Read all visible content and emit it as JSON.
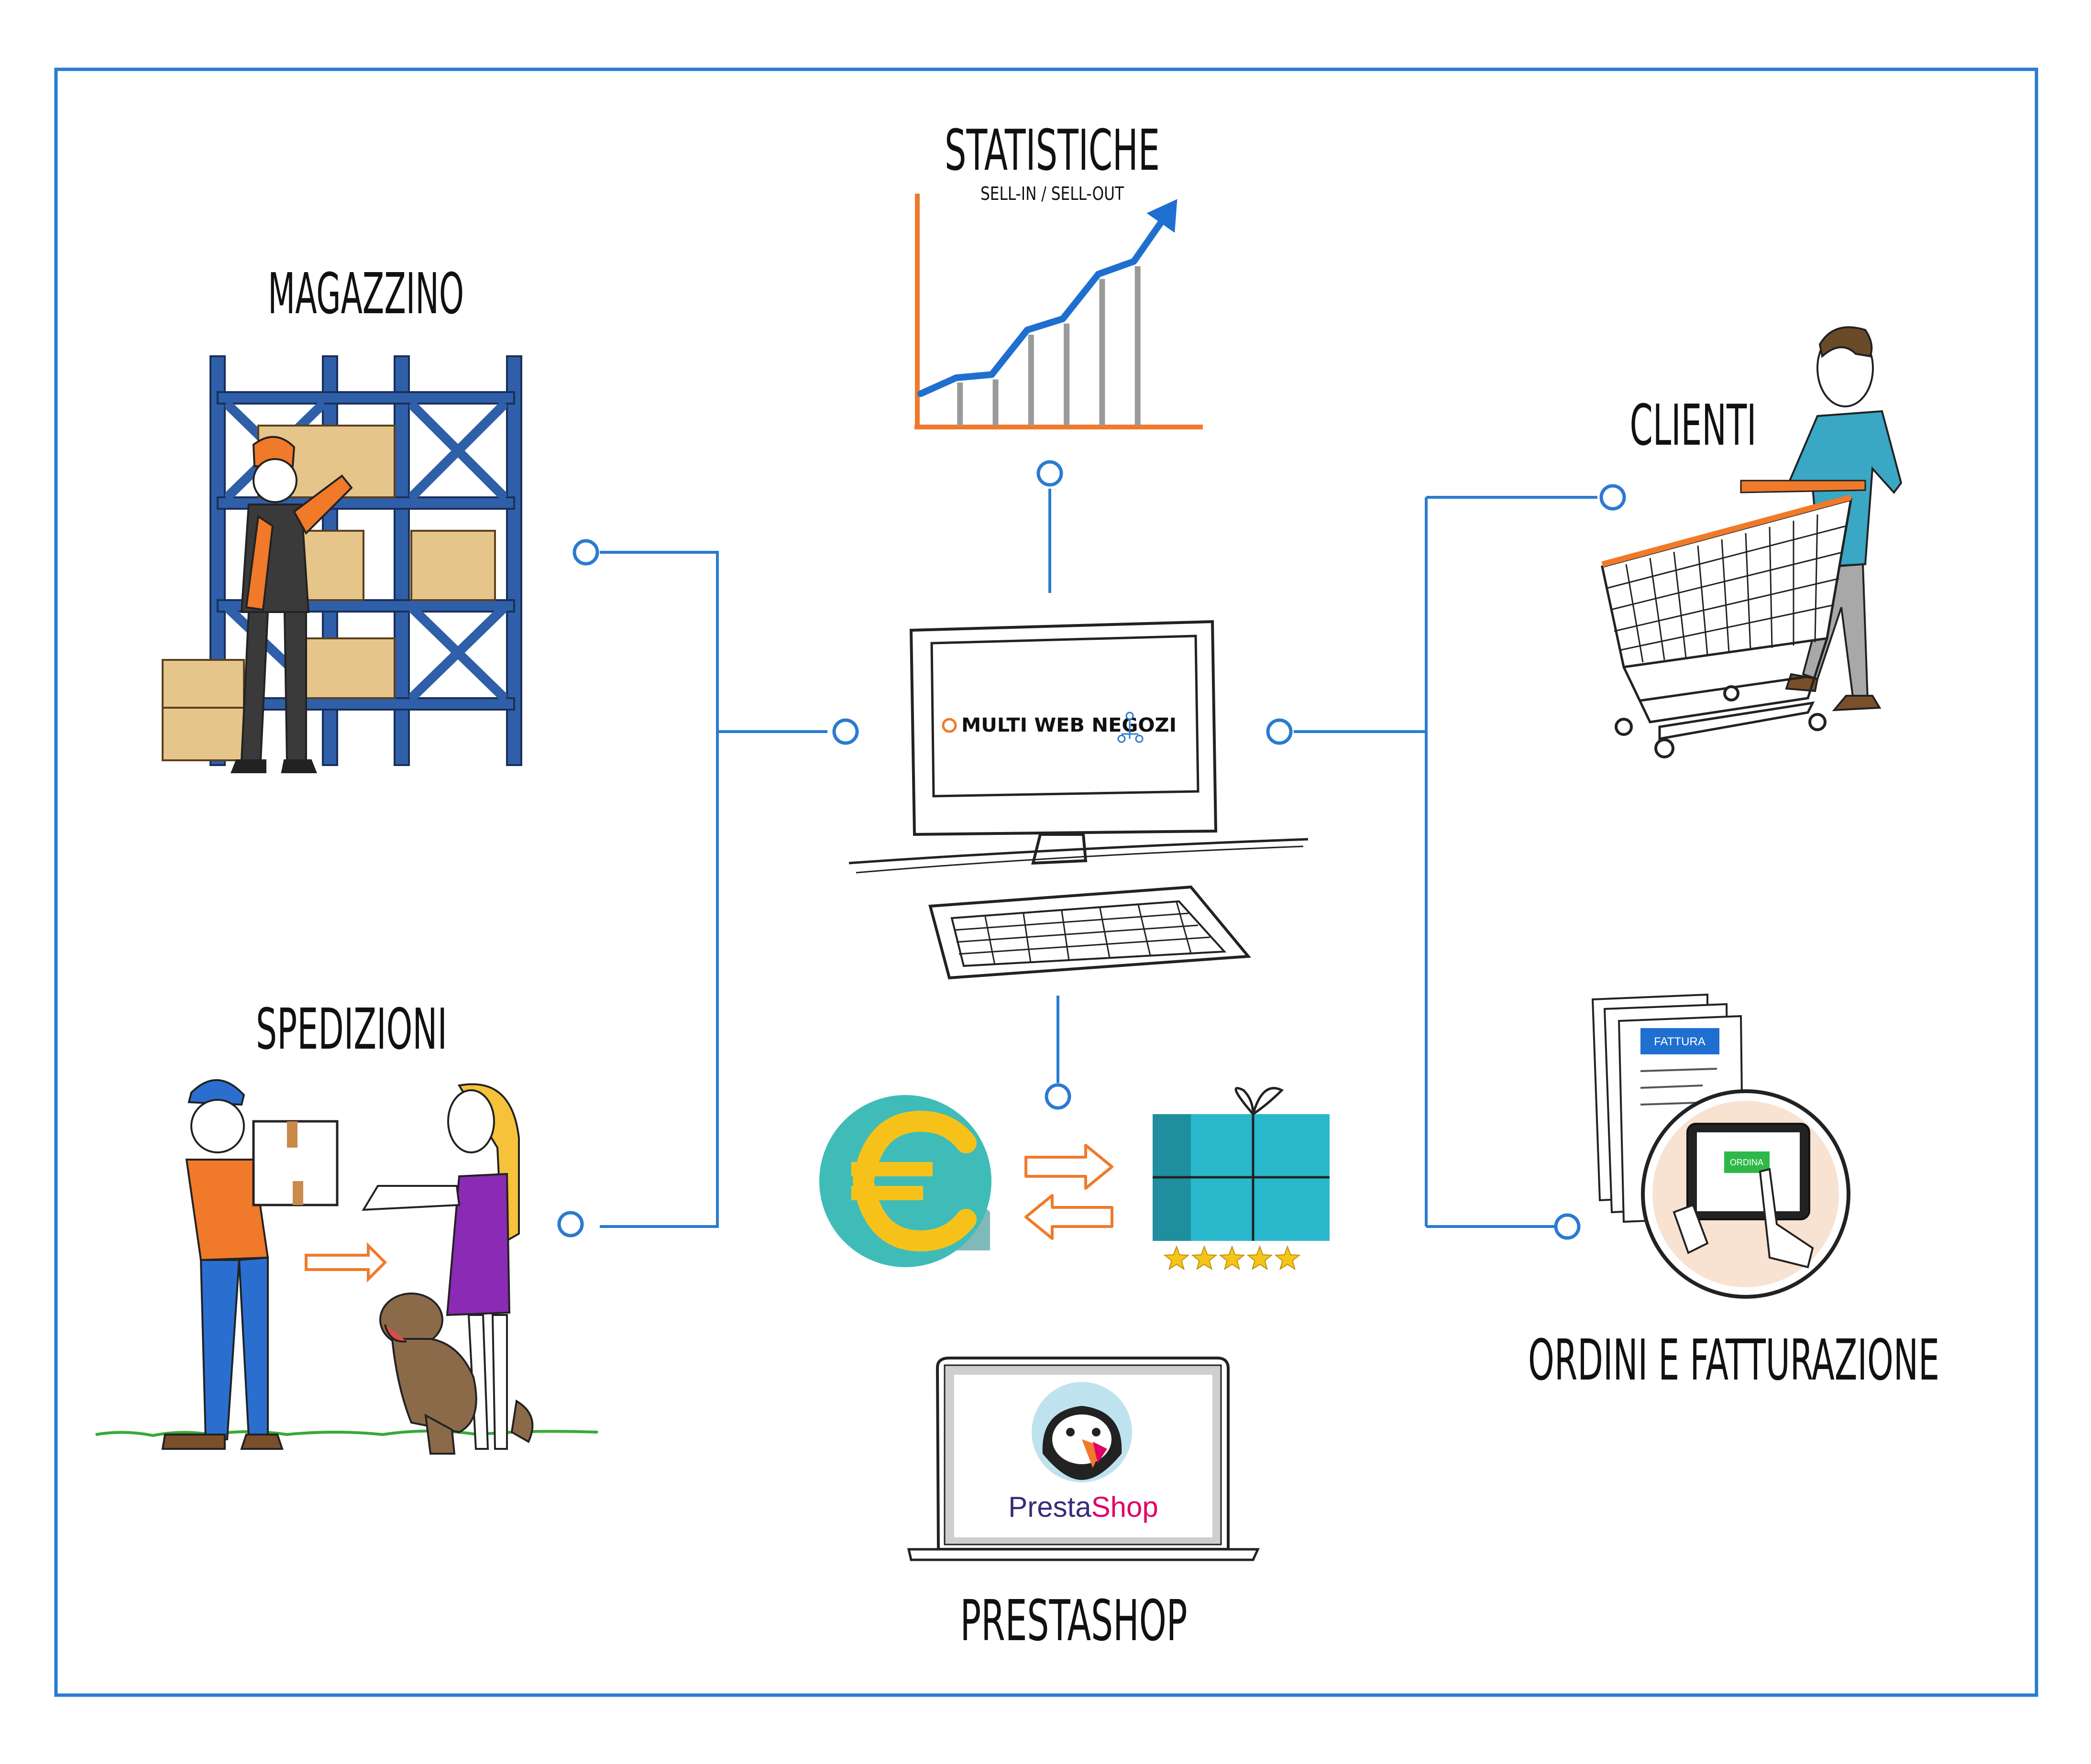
{
  "labels": {
    "magazzino": "MAGAZZINO",
    "statistiche": "STATISTICHE",
    "statistiche_sub": "SELL-IN / SELL-OUT",
    "clienti": "CLIENTI",
    "spedizioni": "SPEDIZIONI",
    "ordini": "ORDINI E FATTURAZIONE",
    "prestashop": "PRESTASHOP"
  },
  "monitor_brand": "MULTI WEB NEGOZI",
  "invoice_label": "FATTURA",
  "tablet_button": "ORDINA",
  "prestashop_logo": {
    "part1": "Presta",
    "part2": "Shop"
  },
  "currency_symbol": "€",
  "rating_stars": 5,
  "colors": {
    "frame": "#2a7bd0",
    "connector": "#2a7bd0",
    "accent_orange": "#f07a2a",
    "rack_blue": "#2f5fa8",
    "box_tan": "#e6c58a",
    "euro_teal": "#3fbcb8",
    "euro_yellow": "#f6c21a",
    "gift_teal": "#29b8cc",
    "star_yellow": "#f5c518",
    "prestashop_purple": "#3b2a7a",
    "prestashop_pink": "#df0067"
  },
  "chart_line": [
    {
      "x": 1,
      "y": 2.0
    },
    {
      "x": 2,
      "y": 3.0
    },
    {
      "x": 3,
      "y": 3.2
    },
    {
      "x": 4,
      "y": 6.0
    },
    {
      "x": 5,
      "y": 6.7
    },
    {
      "x": 6,
      "y": 9.5
    },
    {
      "x": 7,
      "y": 10.3
    },
    {
      "x": 8,
      "y": 13.5
    }
  ]
}
